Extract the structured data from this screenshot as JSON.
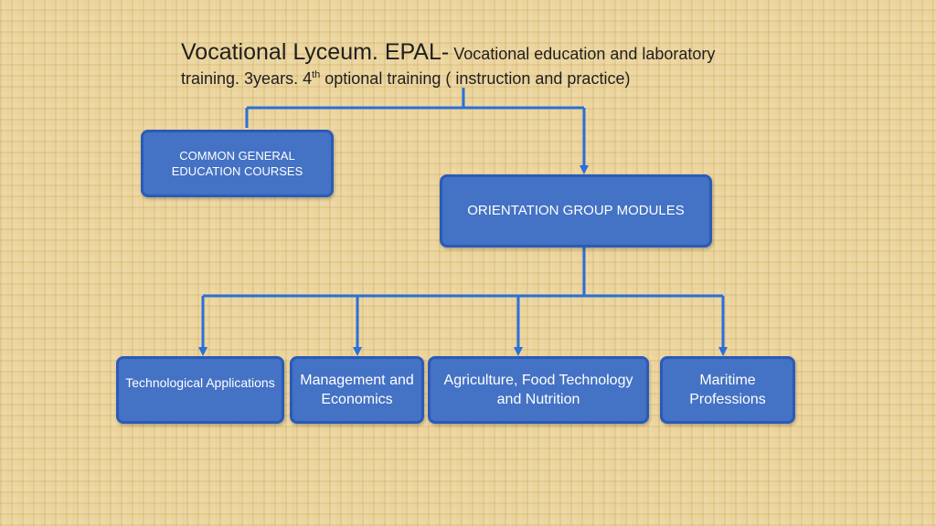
{
  "title": {
    "lead": "Vocational Lyceum. EPAL-",
    "rest_before_sup": " Vocational education and laboratory training. 3years. 4",
    "sup": "th",
    "rest_after_sup": " optional training ( instruction and practice)"
  },
  "colors": {
    "node_fill": "#4472c4",
    "node_border": "#2a5bb8",
    "connector": "#2a6fdb"
  },
  "nodes": {
    "common": "COMMON GENERAL EDUCATION COURSES",
    "orientation": "ORIENTATION GROUP MODULES",
    "technological": "Technological Applications",
    "management": "Management and Economics",
    "agriculture": "Agriculture, Food Technology and Nutrition",
    "maritime": "Maritime Professions"
  }
}
